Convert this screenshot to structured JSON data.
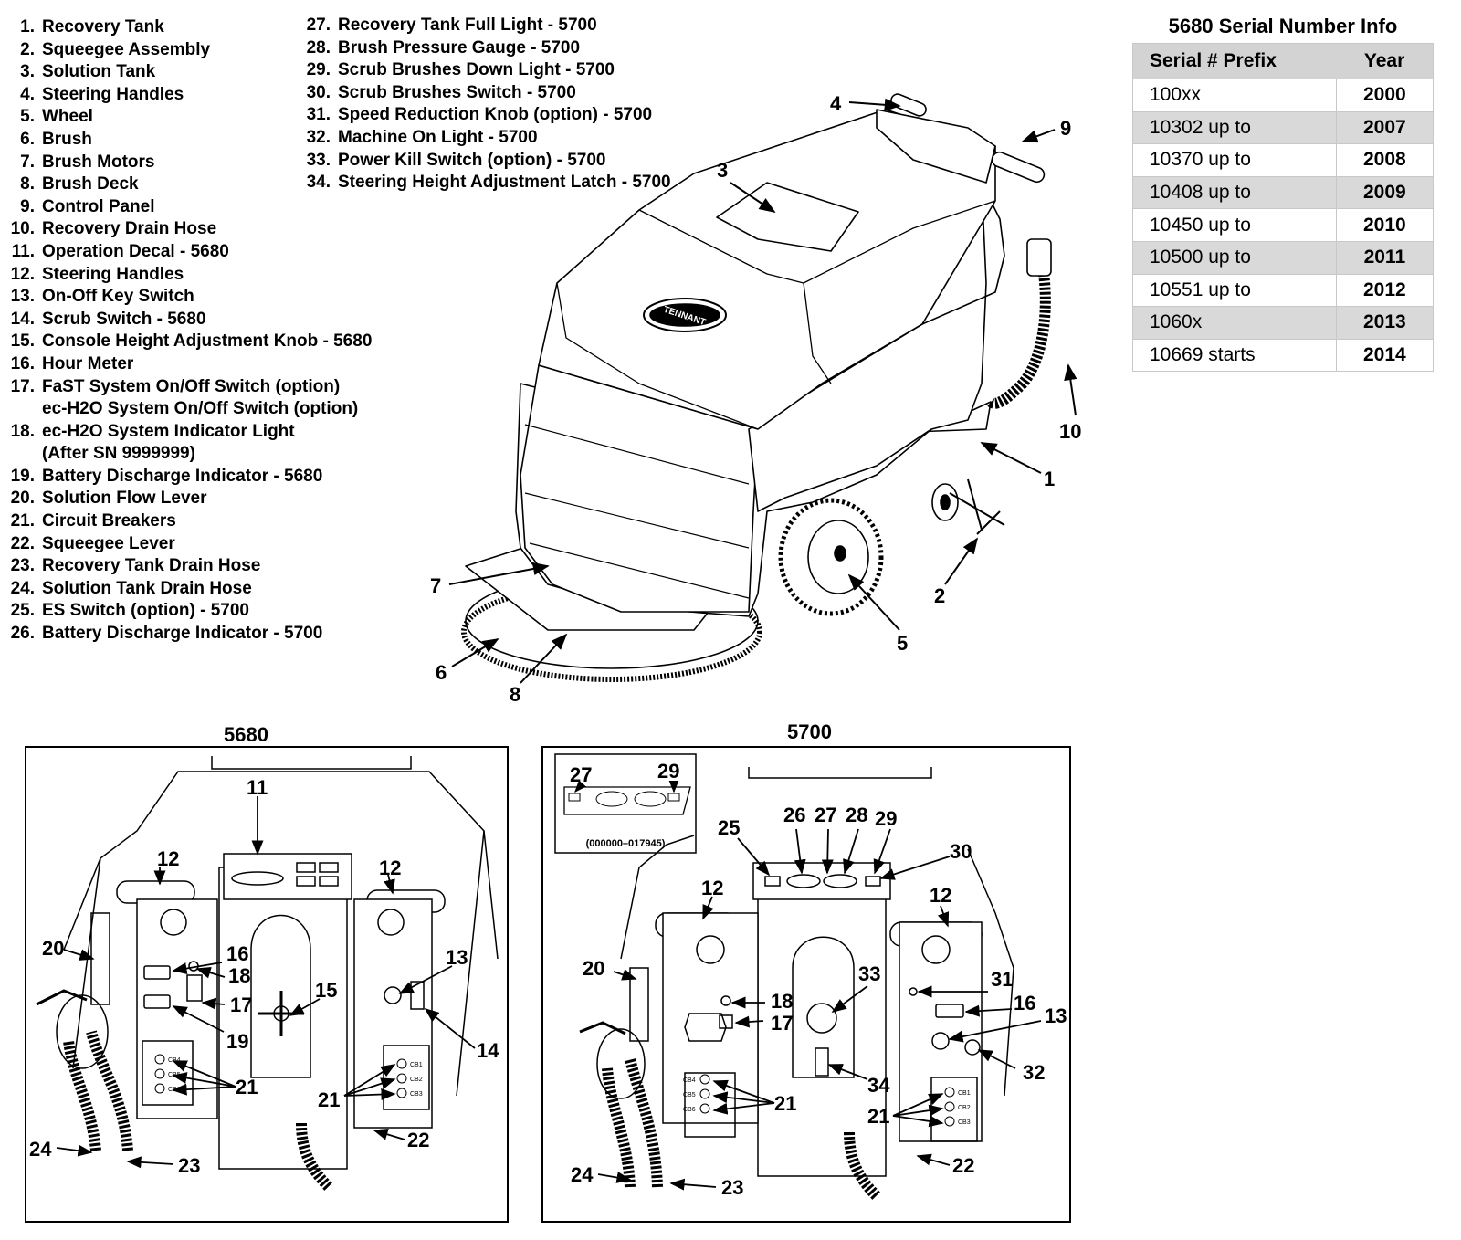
{
  "parts_left": [
    {
      "num": "1.",
      "name": "Recovery Tank"
    },
    {
      "num": "2.",
      "name": "Squeegee Assembly"
    },
    {
      "num": "3.",
      "name": "Solution Tank"
    },
    {
      "num": "4.",
      "name": "Steering Handles"
    },
    {
      "num": "5.",
      "name": "Wheel"
    },
    {
      "num": "6.",
      "name": "Brush"
    },
    {
      "num": "7.",
      "name": "Brush Motors"
    },
    {
      "num": "8.",
      "name": "Brush Deck"
    },
    {
      "num": "9.",
      "name": "Control Panel"
    },
    {
      "num": "10.",
      "name": "Recovery Drain Hose"
    },
    {
      "num": "11.",
      "name": "Operation Decal - 5680"
    },
    {
      "num": "12.",
      "name": "Steering Handles"
    },
    {
      "num": "13.",
      "name": "On-Off Key Switch"
    },
    {
      "num": "14.",
      "name": "Scrub Switch - 5680"
    },
    {
      "num": "15.",
      "name": "Console Height Adjustment Knob - 5680"
    },
    {
      "num": "16.",
      "name": "Hour Meter"
    },
    {
      "num": "17.",
      "name": "FaST System On/Off Switch (option)"
    },
    {
      "num": "",
      "name": "ec-H2O System On/Off Switch (option)"
    },
    {
      "num": "18.",
      "name": "ec-H2O System Indicator Light"
    },
    {
      "num": "",
      "name": "(After SN 9999999)"
    },
    {
      "num": "19.",
      "name": "Battery Discharge Indicator - 5680"
    },
    {
      "num": "20.",
      "name": "Solution Flow Lever"
    },
    {
      "num": "21.",
      "name": "Circuit Breakers"
    },
    {
      "num": "22.",
      "name": "Squeegee Lever"
    },
    {
      "num": "23.",
      "name": "Recovery Tank Drain Hose"
    },
    {
      "num": "24.",
      "name": "Solution Tank Drain Hose"
    },
    {
      "num": "25.",
      "name": "ES Switch (option) - 5700"
    },
    {
      "num": "26.",
      "name": "Battery Discharge Indicator - 5700"
    }
  ],
  "parts_right": [
    {
      "num": "27.",
      "name": "Recovery Tank Full Light - 5700"
    },
    {
      "num": "28.",
      "name": "Brush Pressure Gauge - 5700"
    },
    {
      "num": "29.",
      "name": "Scrub Brushes Down Light - 5700"
    },
    {
      "num": "30.",
      "name": "Scrub Brushes Switch - 5700"
    },
    {
      "num": "31.",
      "name": "Speed Reduction Knob (option) - 5700"
    },
    {
      "num": "32.",
      "name": "Machine On Light - 5700"
    },
    {
      "num": "33.",
      "name": "Power Kill Switch (option) - 5700"
    },
    {
      "num": "34.",
      "name": "Steering Height Adjustment Latch - 5700"
    }
  ],
  "serial_info": {
    "title": "5680 Serial Number Info",
    "col_prefix": "Serial # Prefix",
    "col_year": "Year",
    "rows": [
      {
        "prefix": "100xx",
        "year": "2000"
      },
      {
        "prefix": "10302 up to",
        "year": "2007"
      },
      {
        "prefix": "10370 up to",
        "year": "2008"
      },
      {
        "prefix": "10408 up to",
        "year": "2009"
      },
      {
        "prefix": "10450 up to",
        "year": "2010"
      },
      {
        "prefix": "10500 up to",
        "year": "2011"
      },
      {
        "prefix": "10551 up to",
        "year": "2012"
      },
      {
        "prefix": "1060x",
        "year": "2013"
      },
      {
        "prefix": "10669 starts",
        "year": "2014"
      }
    ]
  },
  "machine_callouts": {
    "c1": "1",
    "c2": "2",
    "c3": "3",
    "c4": "4",
    "c5": "5",
    "c6": "6",
    "c7": "7",
    "c8": "8",
    "c9": "9",
    "c10": "10"
  },
  "brand_logo": "TENNANT",
  "panel_5680": {
    "title": "5680",
    "callouts": {
      "c11": "11",
      "c12a": "12",
      "c12b": "12",
      "c13": "13",
      "c14": "14",
      "c15": "15",
      "c16": "16",
      "c17": "17",
      "c18": "18",
      "c19": "19",
      "c20": "20",
      "c21a": "21",
      "c21b": "21",
      "c22": "22",
      "c23": "23",
      "c24": "24"
    },
    "breakers_left": [
      "CB4",
      "CB5",
      "CB6"
    ],
    "breakers_right": [
      "CB1",
      "CB2",
      "CB3"
    ]
  },
  "panel_5700": {
    "title": "5700",
    "callouts": {
      "c12a": "12",
      "c12b": "12",
      "c13": "13",
      "c16": "16",
      "c17": "17",
      "c18": "18",
      "c20": "20",
      "c21a": "21",
      "c21b": "21",
      "c22": "22",
      "c23": "23",
      "c24": "24",
      "c25": "25",
      "c26": "26",
      "c27": "27",
      "c28": "28",
      "c29": "29",
      "c30": "30",
      "c31": "31",
      "c32": "32",
      "c33": "33",
      "c34": "34"
    },
    "inset": {
      "c27": "27",
      "c29": "29",
      "serial_range": "(000000–017945)"
    },
    "breakers_left": [
      "CB4",
      "CB5",
      "CB6"
    ],
    "breakers_right": [
      "CB1",
      "CB2",
      "CB3"
    ]
  }
}
